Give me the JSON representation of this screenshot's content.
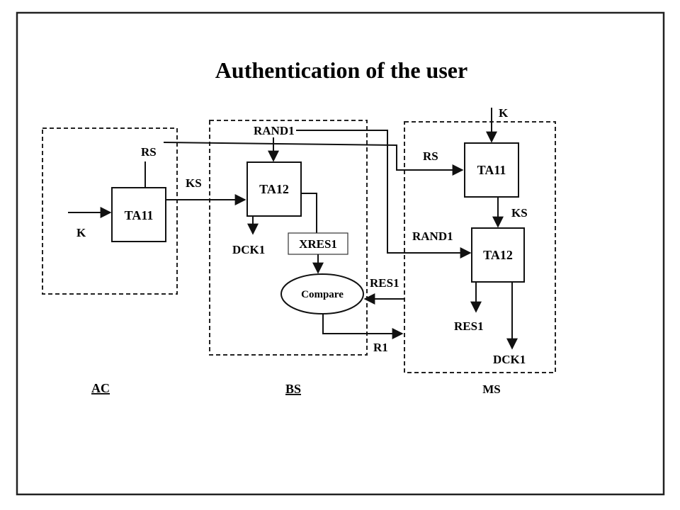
{
  "title": "Authentication of the user",
  "sections": {
    "ac": "AC",
    "bs": "BS",
    "ms": "MS"
  },
  "ac": {
    "block": "TA11",
    "in_k": "K",
    "out_rs": "RS",
    "out_ks": "KS"
  },
  "bs": {
    "rand": "RAND1",
    "block": "TA12",
    "out_dck": "DCK1",
    "xres": "XRES1",
    "compare": "Compare",
    "res_in": "RES1",
    "r1": "R1"
  },
  "ms": {
    "in_k": "K",
    "rs": "RS",
    "ta11": "TA11",
    "ks": "KS",
    "rand": "RAND1",
    "ta12": "TA12",
    "res": "RES1",
    "dck": "DCK1"
  }
}
